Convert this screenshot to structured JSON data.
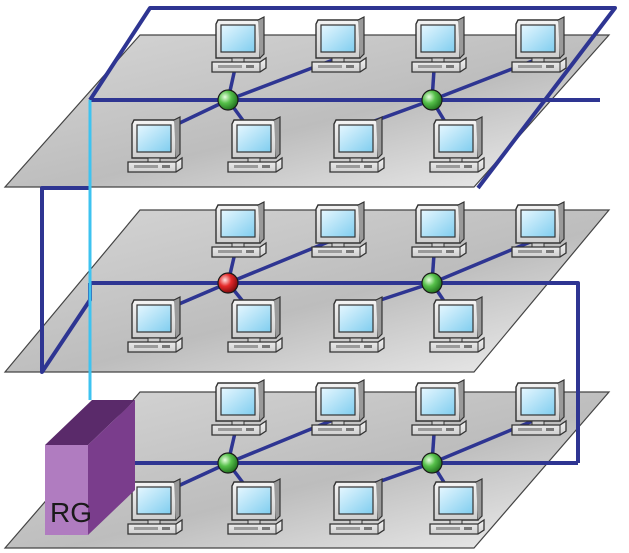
{
  "colors": {
    "floor_fill": "#c7c7c7",
    "floor_fill_light": "#ececec",
    "floor_edge": "#444444",
    "cable": "#2e3592",
    "riser": "#3ec3f0",
    "hub_ok": "#3ea83a",
    "hub_fault": "#d81f1f",
    "router_front": "#b07cc0",
    "router_top": "#5a2a6a",
    "router_side": "#7a3d8c"
  },
  "icons": {
    "workstation": "computer-workstation-icon",
    "hub": "network-hub-icon",
    "router": "router-box-icon"
  },
  "router": {
    "label": "RG"
  },
  "floors": [
    {
      "id": "top",
      "hubs": [
        "ok",
        "ok"
      ]
    },
    {
      "id": "middle",
      "hubs": [
        "fault",
        "ok"
      ]
    },
    {
      "id": "bottom",
      "hubs": [
        "ok",
        "ok"
      ]
    }
  ],
  "workstations_per_floor": 8
}
